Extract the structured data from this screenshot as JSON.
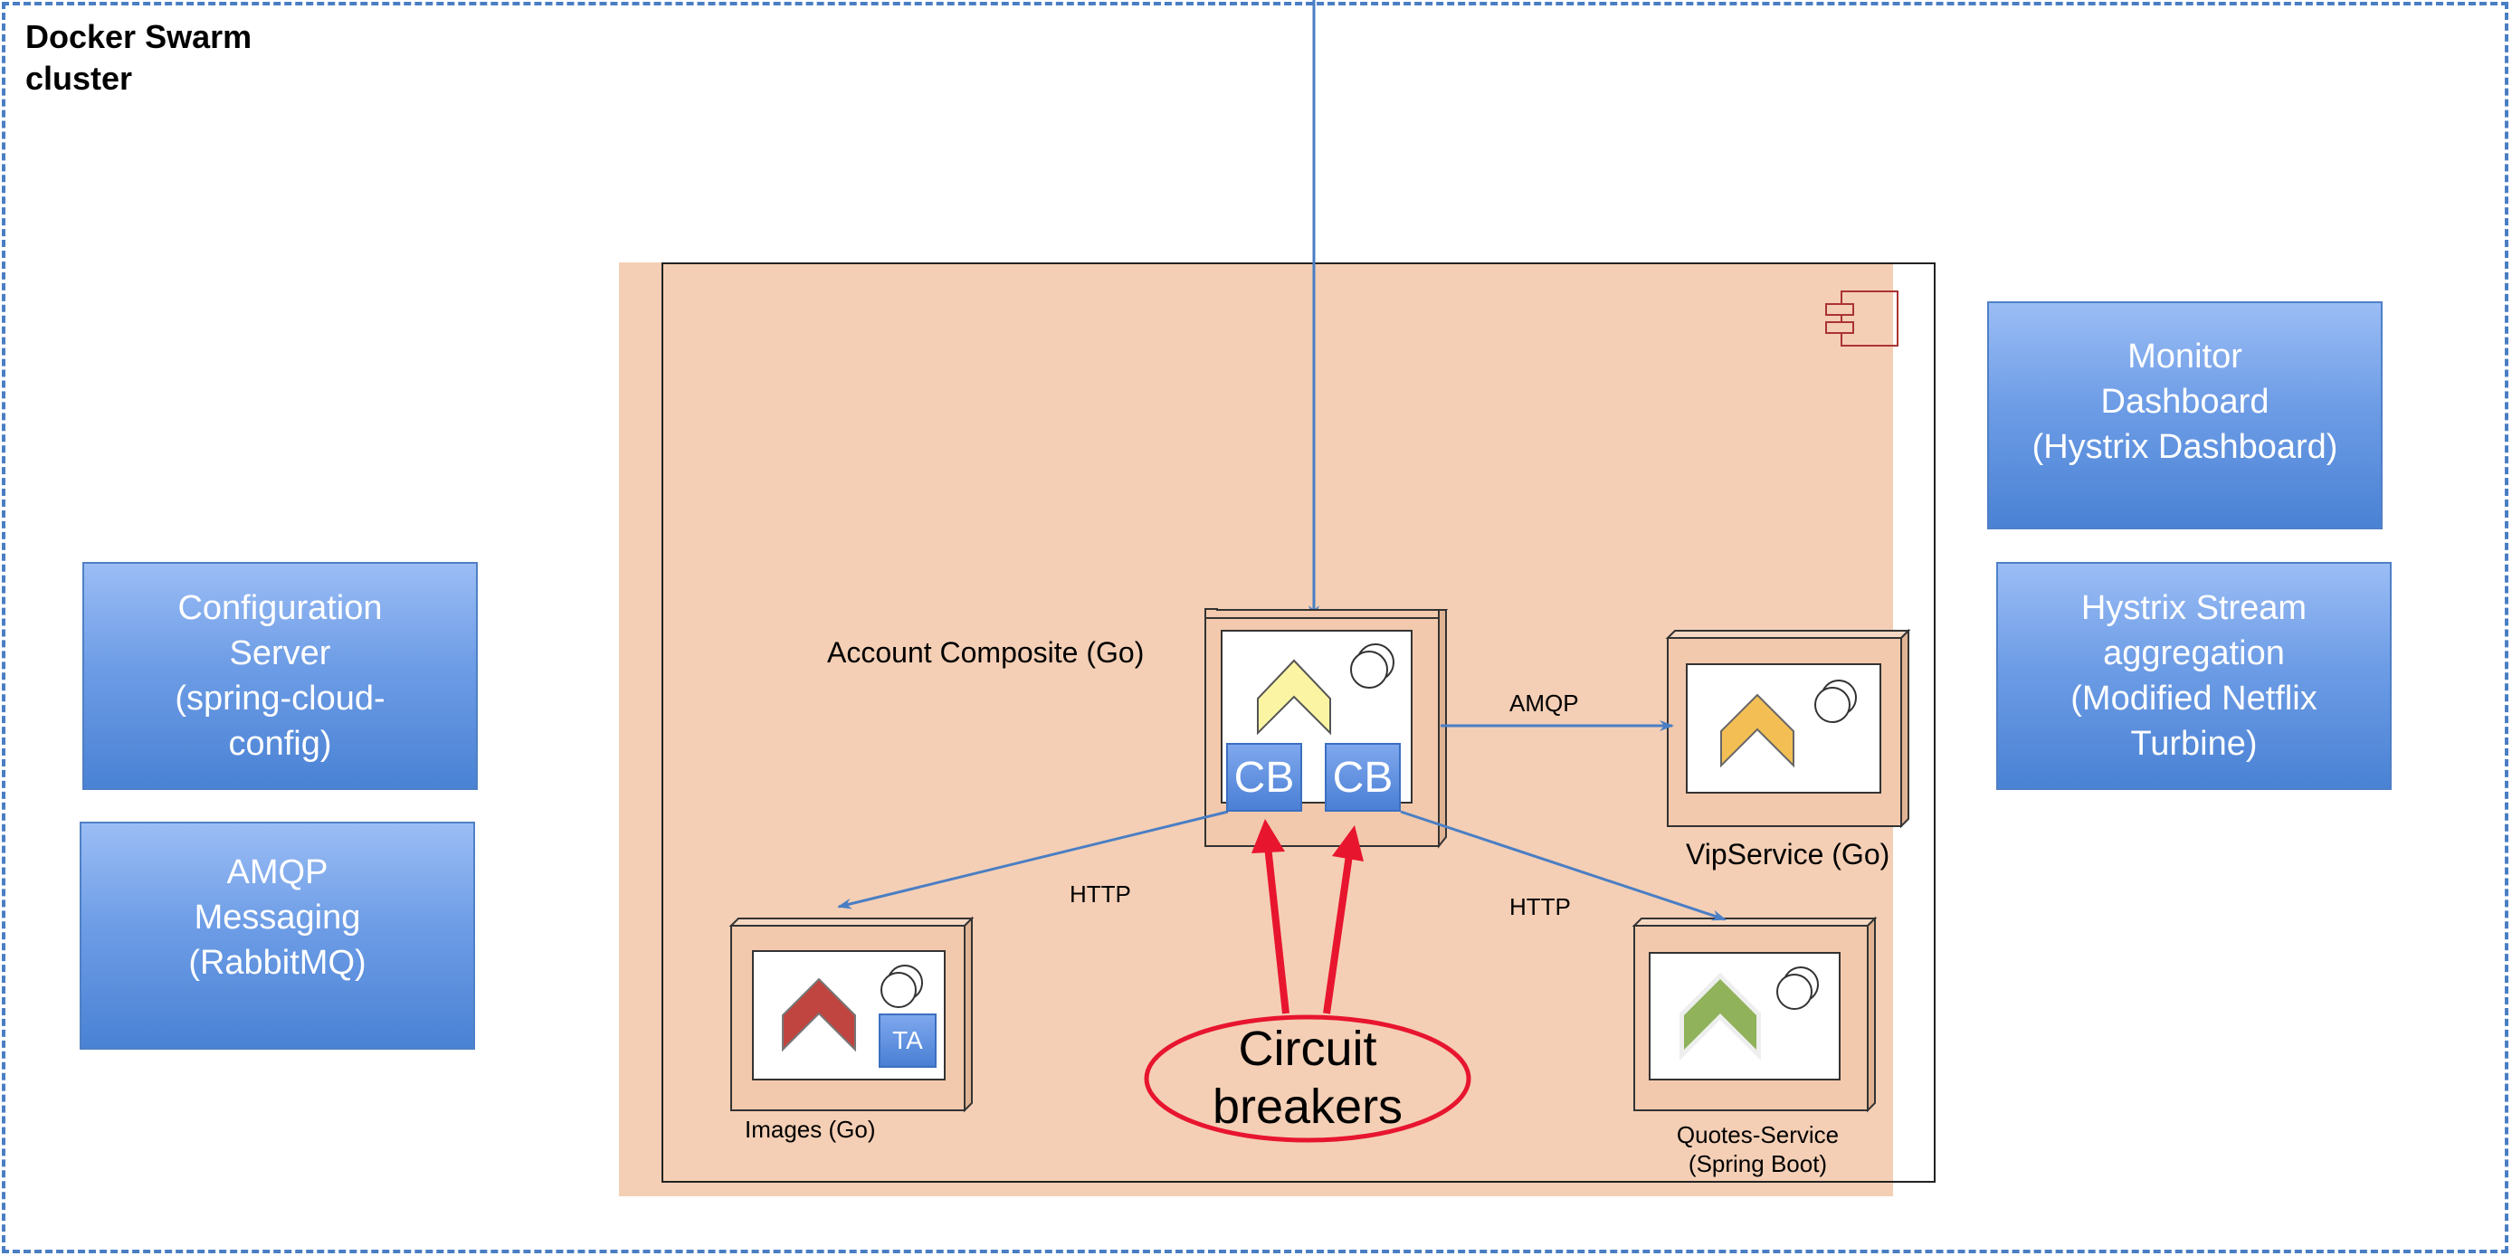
{
  "cluster": {
    "title_line1": "Docker Swarm",
    "title_line2": "cluster"
  },
  "side_services": {
    "config": [
      "Configuration",
      "Server",
      "(spring-cloud-",
      "config)"
    ],
    "amqp": [
      "AMQP",
      "Messaging",
      "(RabbitMQ)"
    ],
    "monitor": [
      "Monitor",
      "Dashboard",
      "(Hystrix Dashboard)"
    ],
    "turbine": [
      "Hystrix Stream",
      "aggregation",
      "(Modified Netflix",
      "Turbine)"
    ]
  },
  "services": {
    "account": {
      "label": "Account Composite (Go)",
      "icon_color": "#fbf5a3",
      "cb_left": "CB",
      "cb_right": "CB"
    },
    "vip": {
      "label": "VipService (Go)",
      "icon_color": "#f3bf55"
    },
    "images": {
      "label": "Images (Go)",
      "icon_color": "#c0443f",
      "tag": "TA"
    },
    "quotes": {
      "label_line1": "Quotes-Service",
      "label_line2": "(Spring Boot)",
      "icon_color": "#8fb25a"
    }
  },
  "edges": {
    "amqp": "AMQP",
    "http_left": "HTTP",
    "http_right": "HTTP"
  },
  "annotation": {
    "line1": "Circuit",
    "line2": "breakers",
    "color": "#e8152f"
  },
  "colors": {
    "peach": "#f4cfb5",
    "box_blue": "#4a82d4",
    "arrow_blue": "#4a7ec4"
  }
}
